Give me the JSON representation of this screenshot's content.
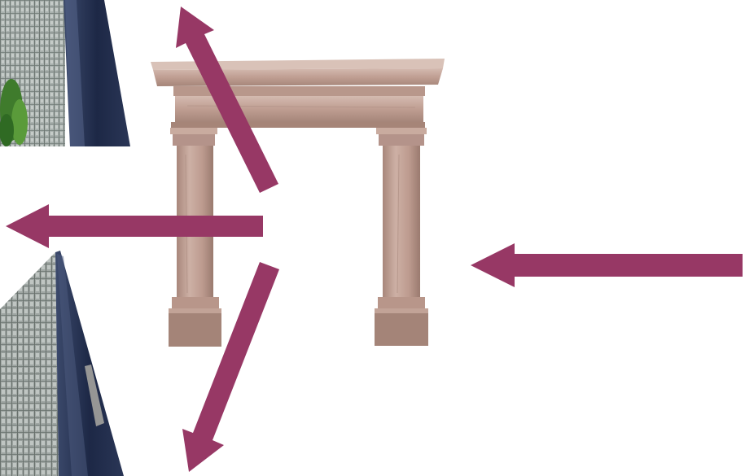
{
  "diagram": {
    "background_color": "#ffffff",
    "arrow_color": "#973865",
    "objects": [
      {
        "name": "stone-archway",
        "icon": "archway-icon",
        "colors": [
          "#c7a79c",
          "#b79488",
          "#9c7d72"
        ]
      },
      {
        "name": "glass-skyscraper-top",
        "icon": "skyscraper-icon",
        "colors": [
          "#9ea7a5",
          "#1e2a4a"
        ]
      },
      {
        "name": "glass-skyscraper-bottom",
        "icon": "skyscraper-icon",
        "colors": [
          "#a6aba9",
          "#18233f"
        ]
      }
    ],
    "arrows": [
      {
        "name": "incoming-arrow",
        "direction": "left"
      },
      {
        "name": "deflected-arrow-up",
        "direction": "up-left"
      },
      {
        "name": "straight-arrow-left",
        "direction": "left"
      },
      {
        "name": "deflected-arrow-down",
        "direction": "down-left"
      }
    ]
  }
}
